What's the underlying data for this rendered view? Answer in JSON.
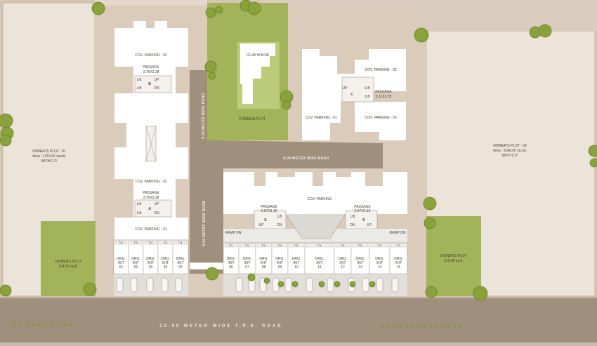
{
  "colors": {
    "ground": "#d8c9b8",
    "road": "#a08f7c",
    "plot": "#ece3d9",
    "building": "#ffffff",
    "green": "#a3b35a",
    "tree": "#8aa23c",
    "parking_strip": "#e4e0dc",
    "wall": "#b9aa98"
  },
  "owners_plot_01": {
    "title": "OWNER'S PLOT - 01",
    "area": "Area : 1319.00 sq.mt.",
    "note": "WITH C.P."
  },
  "owners_plot_02": {
    "title": "OWNER'S PLOT - 02",
    "area": "Area : 2166.00 sq.mt.",
    "note": "WITH C.P."
  },
  "owners_plot_small_left": {
    "title": "OWNER'S PLOT",
    "area": "204.00 sq.ft."
  },
  "owners_plot_small_right": {
    "title": "OWNER'S PLOT",
    "area": "215.00 sq.ft."
  },
  "roads": {
    "main": "12.00 METER WIDE T.P.S. ROAD",
    "vertical_top": "8.00 METER WIDE ROAD",
    "vertical_bottom": "8.00 METER WIDE ROAD",
    "horizontal": "8.00 METER WIDE ROAD"
  },
  "common_plot": "COMMON PLOT",
  "club_house": "CLUB HOUSE",
  "wing_b": {
    "parking_top": "COV. PARKING - 03",
    "passage": "PASSAGE",
    "passage_size": "3.76X3.28",
    "lift1": "Lift",
    "lift2": "Lift",
    "up": "UP",
    "dn": "DN",
    "letter": "B"
  },
  "wing_a": {
    "parking_mid": "COV. PARKING - 02",
    "passage": "PASSAGE",
    "passage_size": "3.76X3.28",
    "lift1": "Lift",
    "lift2": "Lift",
    "up": "UP",
    "dn": "DN",
    "letter": "A",
    "parking_bottom": "COV. PARKING - 01"
  },
  "wing_c": {
    "parking_02": "COV. PARKING - 02",
    "parking_03": "COV. PARKING - 03",
    "parking_01": "COV. PARKING - 01",
    "passage": "PASSAGE",
    "passage_size": "5.11X3.78",
    "up": "UP",
    "letter": "C",
    "lift1": "Lift",
    "lift2": "Lift"
  },
  "wing_de": {
    "cov_parking": "COV. PARKING",
    "passage_e": "PASSAGE",
    "passage_e_size": "3.67X3.10",
    "passage_d": "PASSAGE",
    "passage_d_size": "3.67X3.10",
    "letter_e": "E",
    "letter_d": "D",
    "lift": "Lift",
    "up": "UP",
    "dn": "DN",
    "ramp_left": "RAMP DN",
    "ramp_right": "RAMP DN"
  },
  "toilet_label": "TOI.",
  "shop_prefix": "DRG.",
  "shop_suffix": "/KIT",
  "shops": [
    "01",
    "02",
    "03",
    "04",
    "05",
    "06",
    "07",
    "08",
    "09",
    "10",
    "11",
    "12",
    "13",
    "14",
    "15"
  ]
}
